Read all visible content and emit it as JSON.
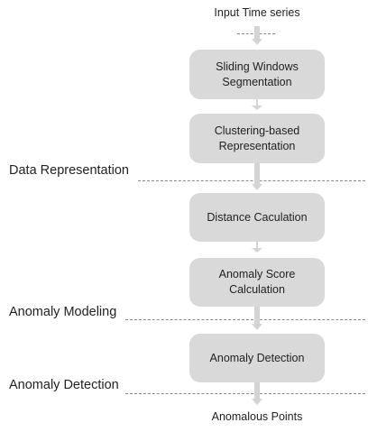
{
  "input_label": "Input Time series",
  "output_label": "Anomalous Points",
  "steps": [
    {
      "lines": [
        "Sliding Windows",
        "Segmentation"
      ]
    },
    {
      "lines": [
        "Clustering-based",
        "Representation"
      ]
    },
    {
      "lines": [
        "Distance Caculation"
      ]
    },
    {
      "lines": [
        "Anomaly Score",
        "Calculation"
      ]
    },
    {
      "lines": [
        "Anomaly Detection"
      ]
    }
  ],
  "sections": [
    {
      "label": "Data Representation"
    },
    {
      "label": "Anomaly Modeling"
    },
    {
      "label": "Anomaly Detection"
    }
  ]
}
